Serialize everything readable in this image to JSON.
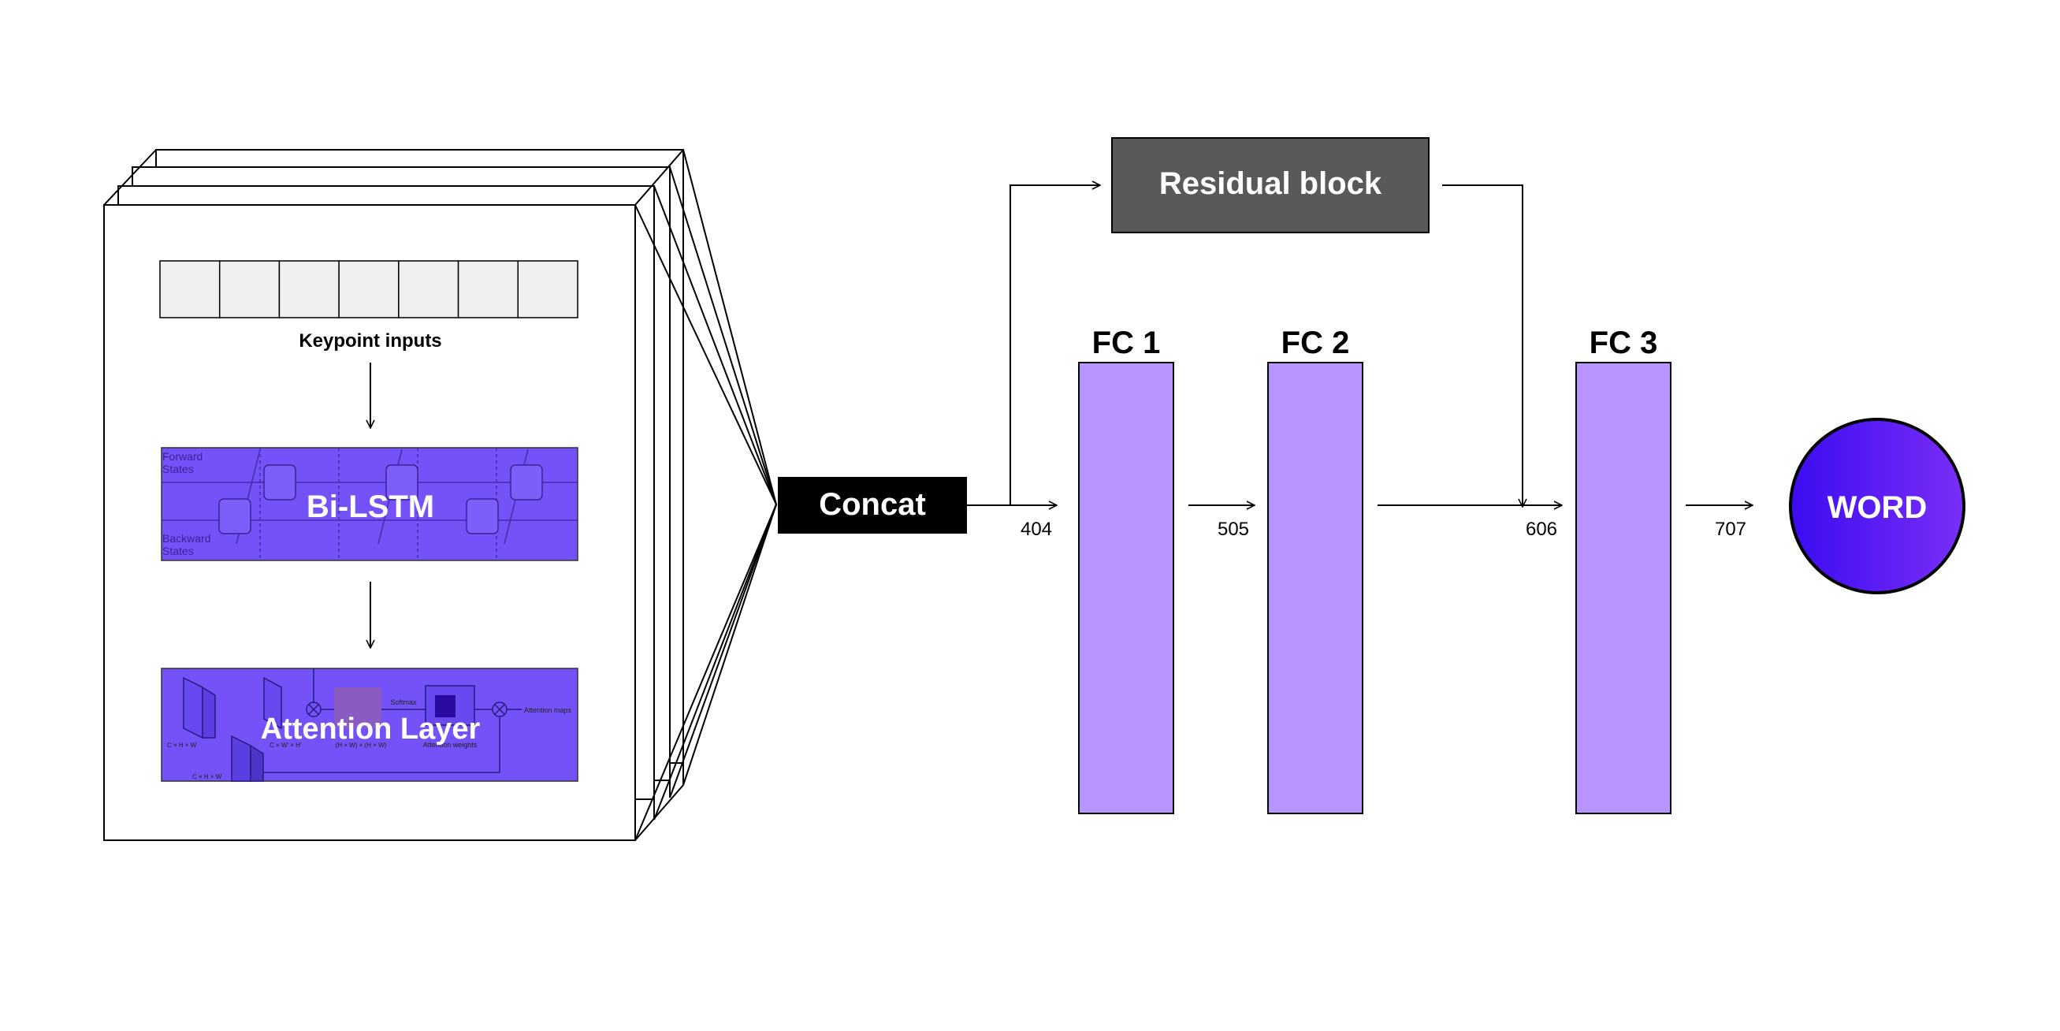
{
  "keypoint": {
    "label": "Keypoint inputs",
    "cells": 7
  },
  "bilstm": {
    "label": "Bi-LSTM",
    "forward_text": "Forward States",
    "forward_line1": "Forward",
    "forward_line2": "States",
    "backward_line1": "Backward",
    "backward_line2": "States"
  },
  "attention": {
    "label": "Attention Layer",
    "softmax": "Softmax",
    "maps": "Attention maps",
    "weights": "Attention weights",
    "dims1": "C × H × W",
    "dims2": "C × W' × H'",
    "dims3": "(H × W) × (H × W)",
    "dims4": "C × H × W"
  },
  "concat": {
    "label": "Concat"
  },
  "residual": {
    "label": "Residual block"
  },
  "layers": [
    {
      "label": "FC 1"
    },
    {
      "label": "FC 2"
    },
    {
      "label": "FC 3"
    }
  ],
  "dims": [
    "404",
    "505",
    "606",
    "707"
  ],
  "output": {
    "label": "WORD"
  },
  "colors": {
    "purple_panel": "#7452f7",
    "fc_fill": "#b794fe",
    "residual_fill": "#595959",
    "concat_fill": "#000000",
    "word_start": "#3b0cf0",
    "word_end": "#7a2ef8",
    "cell_fill": "#f0f0f0"
  }
}
